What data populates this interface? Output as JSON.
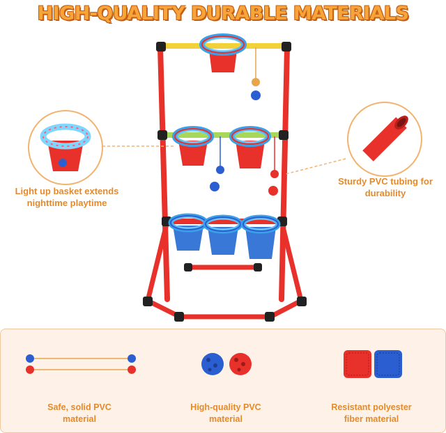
{
  "title": "HIGH-QUALITY DURABLE MATERIALS",
  "callouts": {
    "left": {
      "line1": "Light up basket extends",
      "line2": "nighttime playtime"
    },
    "right": {
      "line1": "Sturdy PVC tubing for",
      "line2": "durability"
    }
  },
  "features": [
    {
      "line1": "Safe, solid PVC",
      "line2": "material"
    },
    {
      "line1": "High-quality PVC",
      "line2": "material"
    },
    {
      "line1": "Resistant polyester",
      "line2": "fiber material"
    }
  ],
  "colors": {
    "accent": "#e58a2a",
    "title_fill": "#f7a53a",
    "frame_red": "#e8312b",
    "panel_bg": "#fdf1e8",
    "ball_blue": "#2b5fd1",
    "ball_red": "#e8312b"
  }
}
